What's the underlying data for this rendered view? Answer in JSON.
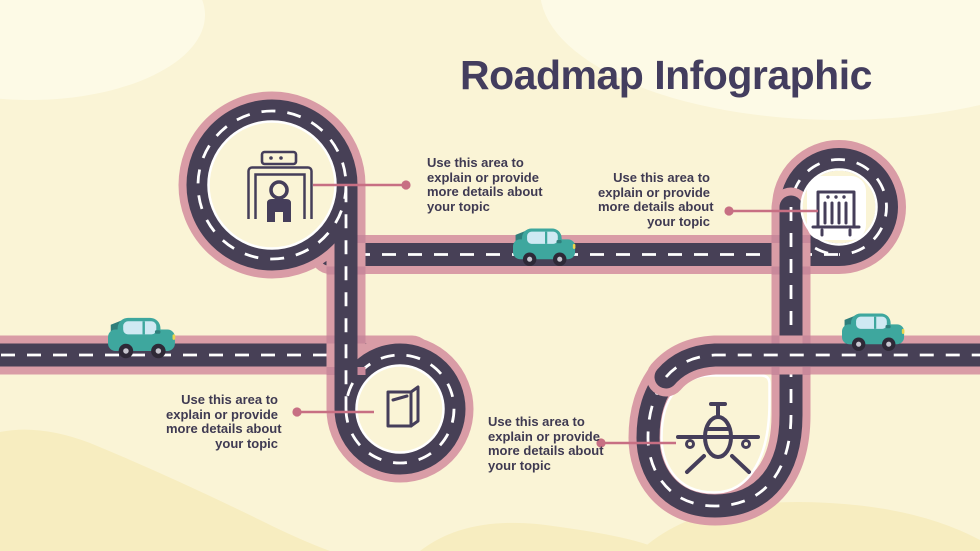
{
  "title": "Roadmap Infographic",
  "notes": [
    {
      "id": 1,
      "lines": [
        "Use this area to",
        "explain or provide",
        "more details about",
        "your topic"
      ]
    },
    {
      "id": 2,
      "lines": [
        "Use this area to",
        "explain or provide",
        "more details about",
        "your topic"
      ]
    },
    {
      "id": 3,
      "lines": [
        "Use this area to",
        "explain or provide",
        "more details about",
        "your topic"
      ]
    },
    {
      "id": 4,
      "lines": [
        "Use this area to",
        "explain or provide",
        "more details about",
        "your topic"
      ]
    }
  ],
  "icons": [
    "security-gate",
    "billboard",
    "document",
    "airplane"
  ],
  "colors": {
    "background": "#FAF4D6",
    "backgroundBlobLight": "#FDFAE6",
    "backgroundBlobGold": "#F7EDC0",
    "roadDark": "#474056",
    "roadEdgePink": "#D99CA6",
    "roadOverlapPink": "#C9899B",
    "dashWhite": "#FFFFFF",
    "connectorPink": "#C76F83",
    "textColor": "#3F3A52",
    "titleColor": "#433D5E",
    "carBody": "#3EA79E",
    "carAccent": "#2F7E7B",
    "carWindow": "#CFE9F3",
    "carWheel": "#2E2937",
    "headlight": "#EAD54E",
    "cardWhite": "#FFFFFF"
  }
}
